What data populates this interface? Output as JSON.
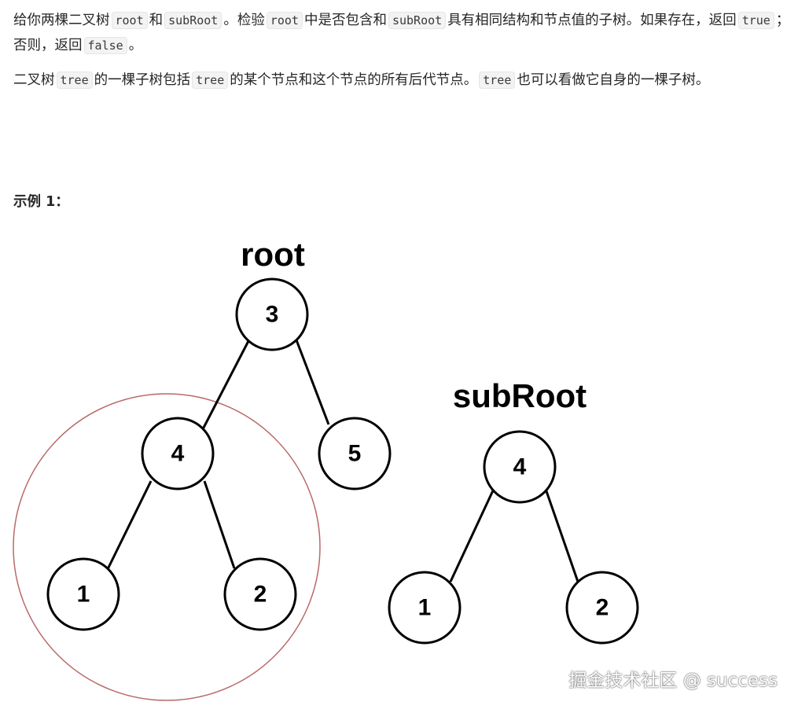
{
  "paragraph1": {
    "t1": "给你两棵二叉树",
    "c1": "root",
    "t2": "和",
    "c2": "subRoot",
    "t3": "。检验",
    "c3": "root",
    "t4": "中是否包含和",
    "c4": "subRoot",
    "t5": "具有相同结构和节点值的子树。如果存在，返回",
    "c5": "true",
    "t6": "；否则，返回",
    "c6": "false",
    "t7": "。"
  },
  "paragraph2": {
    "t1": "二叉树",
    "c1": "tree",
    "t2": "的一棵子树包括",
    "c2": "tree",
    "t3": "的某个节点和这个节点的所有后代节点。",
    "c3": "tree",
    "t4": "也可以看做它自身的一棵子树。"
  },
  "example_title": "示例 1：",
  "figure": {
    "root_title": "root",
    "subroot_title": "subRoot",
    "root_tree": {
      "nodes": [
        "3",
        "4",
        "5",
        "1",
        "2"
      ]
    },
    "subroot_tree": {
      "nodes": [
        "4",
        "1",
        "2"
      ]
    },
    "highlight_color": "#b86a68"
  },
  "watermark": "掘金技术社区 @ success"
}
